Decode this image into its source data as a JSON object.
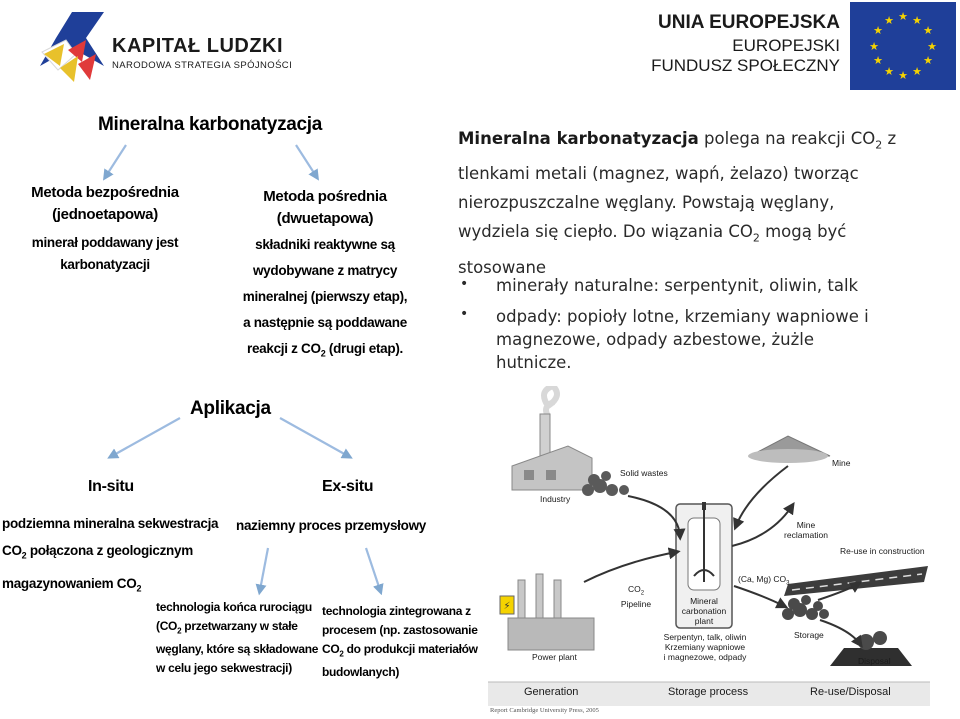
{
  "header": {
    "kl_title": "KAPITAŁ LUDZKI",
    "kl_subtitle": "NARODOWA STRATEGIA SPÓJNOŚCI",
    "ue_line1": "UNIA EUROPEJSKA",
    "ue_line2": "EUROPEJSKI",
    "ue_line3": "FUNDUSZ SPOŁECZNY"
  },
  "diagram": {
    "title": "Mineralna karbonatyzacja",
    "direct_title1": "Metoda bezpośrednia",
    "direct_title2": "(jednoetapowa)",
    "direct_l1": "minerał poddawany jest",
    "direct_l2": "karbonatyzacji",
    "indirect_title1": "Metoda pośrednia",
    "indirect_title2": "(dwuetapowa)",
    "indirect_l1": "składniki reaktywne są",
    "indirect_l2": "wydobywane z matrycy",
    "indirect_l3": "mineralnej (pierwszy etap),",
    "indirect_l4": "a następnie są poddawane",
    "indirect_l5a": "reakcji z CO",
    "indirect_l5sub": "2",
    "indirect_l5b": " (drugi etap).",
    "app_title": "Aplikacja",
    "insitu": "In-situ",
    "exsitu": "Ex-situ",
    "insitu_l1": "podziemna mineralna sekwestracja",
    "insitu_l2a": "CO",
    "insitu_l2sub": "2",
    "insitu_l2b": " połączona z geologicznym",
    "insitu_l3a": "magazynowaniem CO",
    "insitu_l3sub": "2",
    "exsitu_l1": "naziemny proces przemysłowy",
    "eop_l1": "technologia końca rurociągu",
    "eop_l2a": "(CO",
    "eop_l2sub": "2",
    "eop_l2b": " przetwarzany w stałe",
    "eop_l3": "węglany, które są składowane",
    "eop_l4": "w celu jego sekwestracji)",
    "int_l1": "technologia zintegrowana z",
    "int_l2": "procesem (np. zastosowanie",
    "int_l3a": "CO",
    "int_l3sub": "2",
    "int_l3b": " do produkcji materiałów",
    "int_l4": "budowlanych)"
  },
  "text": {
    "lead": "Mineralna karbonatyzacja",
    "p1a": " polega na reakcji CO",
    "p1sub": "2",
    "p1b": " z",
    "p2": "tlenkami metali (magnez, wapń, żelazo) tworząc",
    "p3": "nierozpuszczalne węglany. Powstają  węglany,",
    "p4a": "wydziela się ciepło. Do wiązania CO",
    "p4sub": "2",
    "p4b": " mogą być",
    "p5": "stosowane",
    "b1": "minerały naturalne: serpentynit, oliwin, talk",
    "b2_l1": "odpady: popioły lotne, krzemiany wapniowe i",
    "b2_l2": "magnezowe, odpady azbestowe, żużle",
    "b2_l3": "hutnicze."
  },
  "figure": {
    "solid_wastes": "Solid wastes",
    "industry": "Industry",
    "mine": "Mine",
    "mine_reclamation_l1": "Mine",
    "mine_reclamation_l2": "reclamation",
    "reuse_construction": "Re-use in construction",
    "co2_l1": "CO",
    "co2_l1sub": "2",
    "co2_l2": "Pipeline",
    "camg": "(Ca, Mg) CO",
    "camg_sub": "3",
    "plant_l1": "Mineral",
    "plant_l2": "carbonation",
    "plant_l3": "plant",
    "minerals_l1": "Serpentyn, talk, oliwin",
    "minerals_l2": "Krzemiany wapniowe",
    "minerals_l3": "i magnezowe, odpady",
    "storage": "Storage",
    "disposal": "Disposal",
    "power_plant": "Power plant",
    "generation": "Generation",
    "storage_process": "Storage process",
    "reuse_disposal": "Re-use/Disposal",
    "credit": "Report Cambridge University Press, 2005"
  }
}
